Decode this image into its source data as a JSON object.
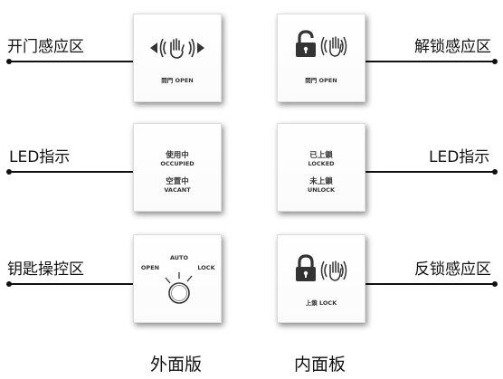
{
  "left_labels": {
    "sensor": "开门感应区",
    "led": "LED指示",
    "key": "钥匙操控区"
  },
  "right_labels": {
    "sensor": "解锁感应区",
    "led": "LED指示",
    "lock": "反锁感应区"
  },
  "outer_panels": {
    "open": {
      "caption": "開門 OPEN"
    },
    "status": {
      "occupied_cn": "使用中",
      "occupied_en": "OCCUPIED",
      "vacant_cn": "空置中",
      "vacant_en": "VACANT"
    },
    "key": {
      "open": "OPEN",
      "auto": "AUTO",
      "lock": "LOCK"
    }
  },
  "inner_panels": {
    "open": {
      "caption": "開門 OPEN"
    },
    "status": {
      "locked_cn": "已上鎖",
      "locked_en": "LOCKED",
      "unlock_cn": "未上鎖",
      "unlock_en": "UNLOCK"
    },
    "lock": {
      "caption": "上鎖 LOCK"
    }
  },
  "footer": {
    "outer": "外面版",
    "inner": "内面板"
  },
  "colors": {
    "line": "#111111",
    "icon": "#333333",
    "panel_border": "#dcdcdc"
  }
}
